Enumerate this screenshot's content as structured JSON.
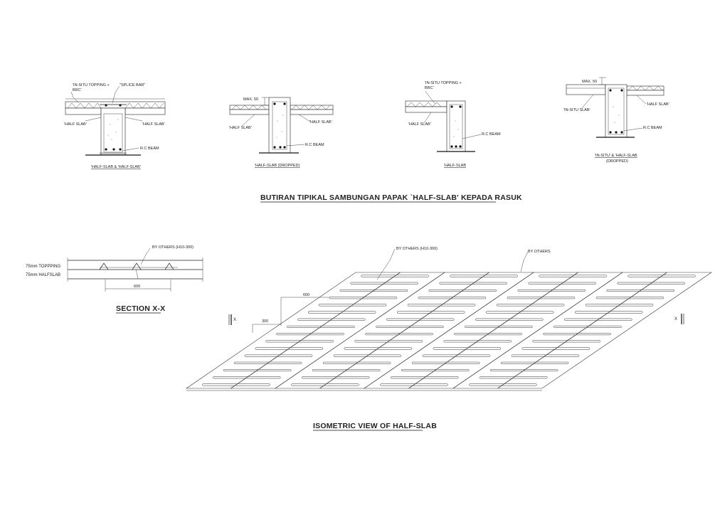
{
  "details": [
    {
      "caption": "'HALF-SLAB & 'HALF-SLAB'",
      "labels": {
        "topping": "'IN-SITU TOPPING +",
        "topping2": "BRC'",
        "splice": "\"SPLICE BAR\"",
        "half_left": "'HALF SLAB'",
        "half_right": "'HALF SLAB'",
        "beam": "R.C BEAM"
      }
    },
    {
      "caption": "'HALF-SLAB (DROPPED)",
      "labels": {
        "max": "MAX. 50",
        "half_left": "'HALF SLAB'",
        "half_right": "'HALF SLAB'",
        "beam": "R.C BEAM"
      }
    },
    {
      "caption": "'HALF-SLAB",
      "labels": {
        "topping": "'IN-SITU TOPPING +",
        "topping2": "BRC'",
        "half_left": "'HALF SLAB'",
        "beam": "R.C BEAM"
      }
    },
    {
      "caption": "'IN-SITU' & 'HALF-SLAB",
      "caption2": "(DROPPED)",
      "labels": {
        "max": "MAX. 50",
        "insitu": "'IN-SITU SLAB'",
        "half_right": "'HALF SLAB'",
        "beam": "R.C BEAM"
      }
    }
  ],
  "main_title": "BUTIRAN TIPIKAL SAMBUNGAN PAPAK `HALF-SLAB' KEPADA RASUK",
  "section": {
    "title": "SECTION X-X",
    "by_others": "BY OTHERS (H10-300)",
    "topping": "75mm TOPPPING",
    "halfslab": "75mm HALFSLAB",
    "dim": "600"
  },
  "isometric": {
    "title": "ISOMETRIC VIEW OF HALF-SLAB",
    "by_others_1": "BY OTHERS (H10-300)",
    "by_others_2": "BY OTHERS",
    "dim_600": "600",
    "dim_300": "300",
    "mark_left": "X",
    "mark_right": "X"
  }
}
